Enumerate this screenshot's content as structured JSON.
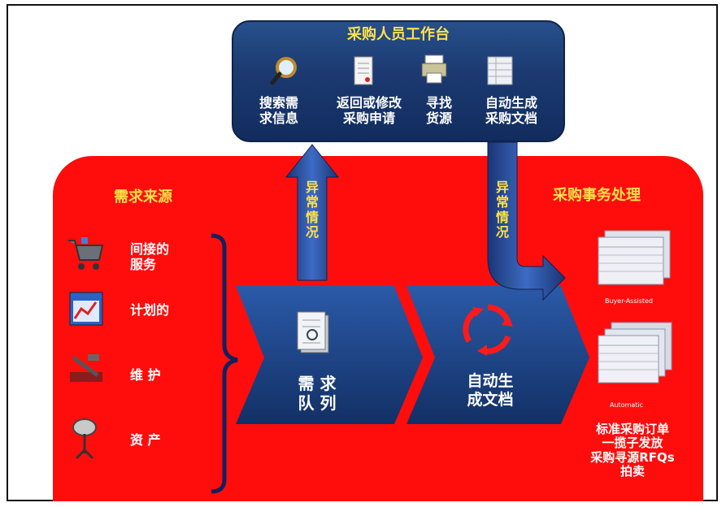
{
  "workbench": {
    "title": "采购人员工作台",
    "items": [
      {
        "icon": "magnifier-icon",
        "label": "搜索需\n求信息"
      },
      {
        "icon": "document-icon",
        "label": "返回或修改\n采购申请"
      },
      {
        "icon": "printer-icon",
        "label": "寻找\n货源"
      },
      {
        "icon": "spreadsheet-icon",
        "label": "自动生成\n采购文档"
      }
    ]
  },
  "sources": {
    "title": "需求来源",
    "items": [
      {
        "icon": "cart-icon",
        "label": "间接的\n服务"
      },
      {
        "icon": "calendar-icon",
        "label": "计划的"
      },
      {
        "icon": "tools-icon",
        "label": "维 护"
      },
      {
        "icon": "satellite-dish-icon",
        "label": "资 产"
      }
    ]
  },
  "flow": {
    "exception_up": "异\n常\n情\n况",
    "exception_down": "异\n常\n情\n况",
    "queue_label": "需 求\n队 列",
    "autogen_label": "自动生\n成文档"
  },
  "processing": {
    "title": "采购事务处理",
    "buyer_assisted": "Buyer-Assisted",
    "automatic": "Automatic",
    "documents": "标准采购订单\n一揽子发放\n采购寻源RFQs\n拍卖"
  },
  "colors": {
    "red_panel": "#ff0d0d",
    "blue_panel": "#1c3b72",
    "yellow_text": "#ffe14a",
    "chevron": "#1a3f83"
  }
}
